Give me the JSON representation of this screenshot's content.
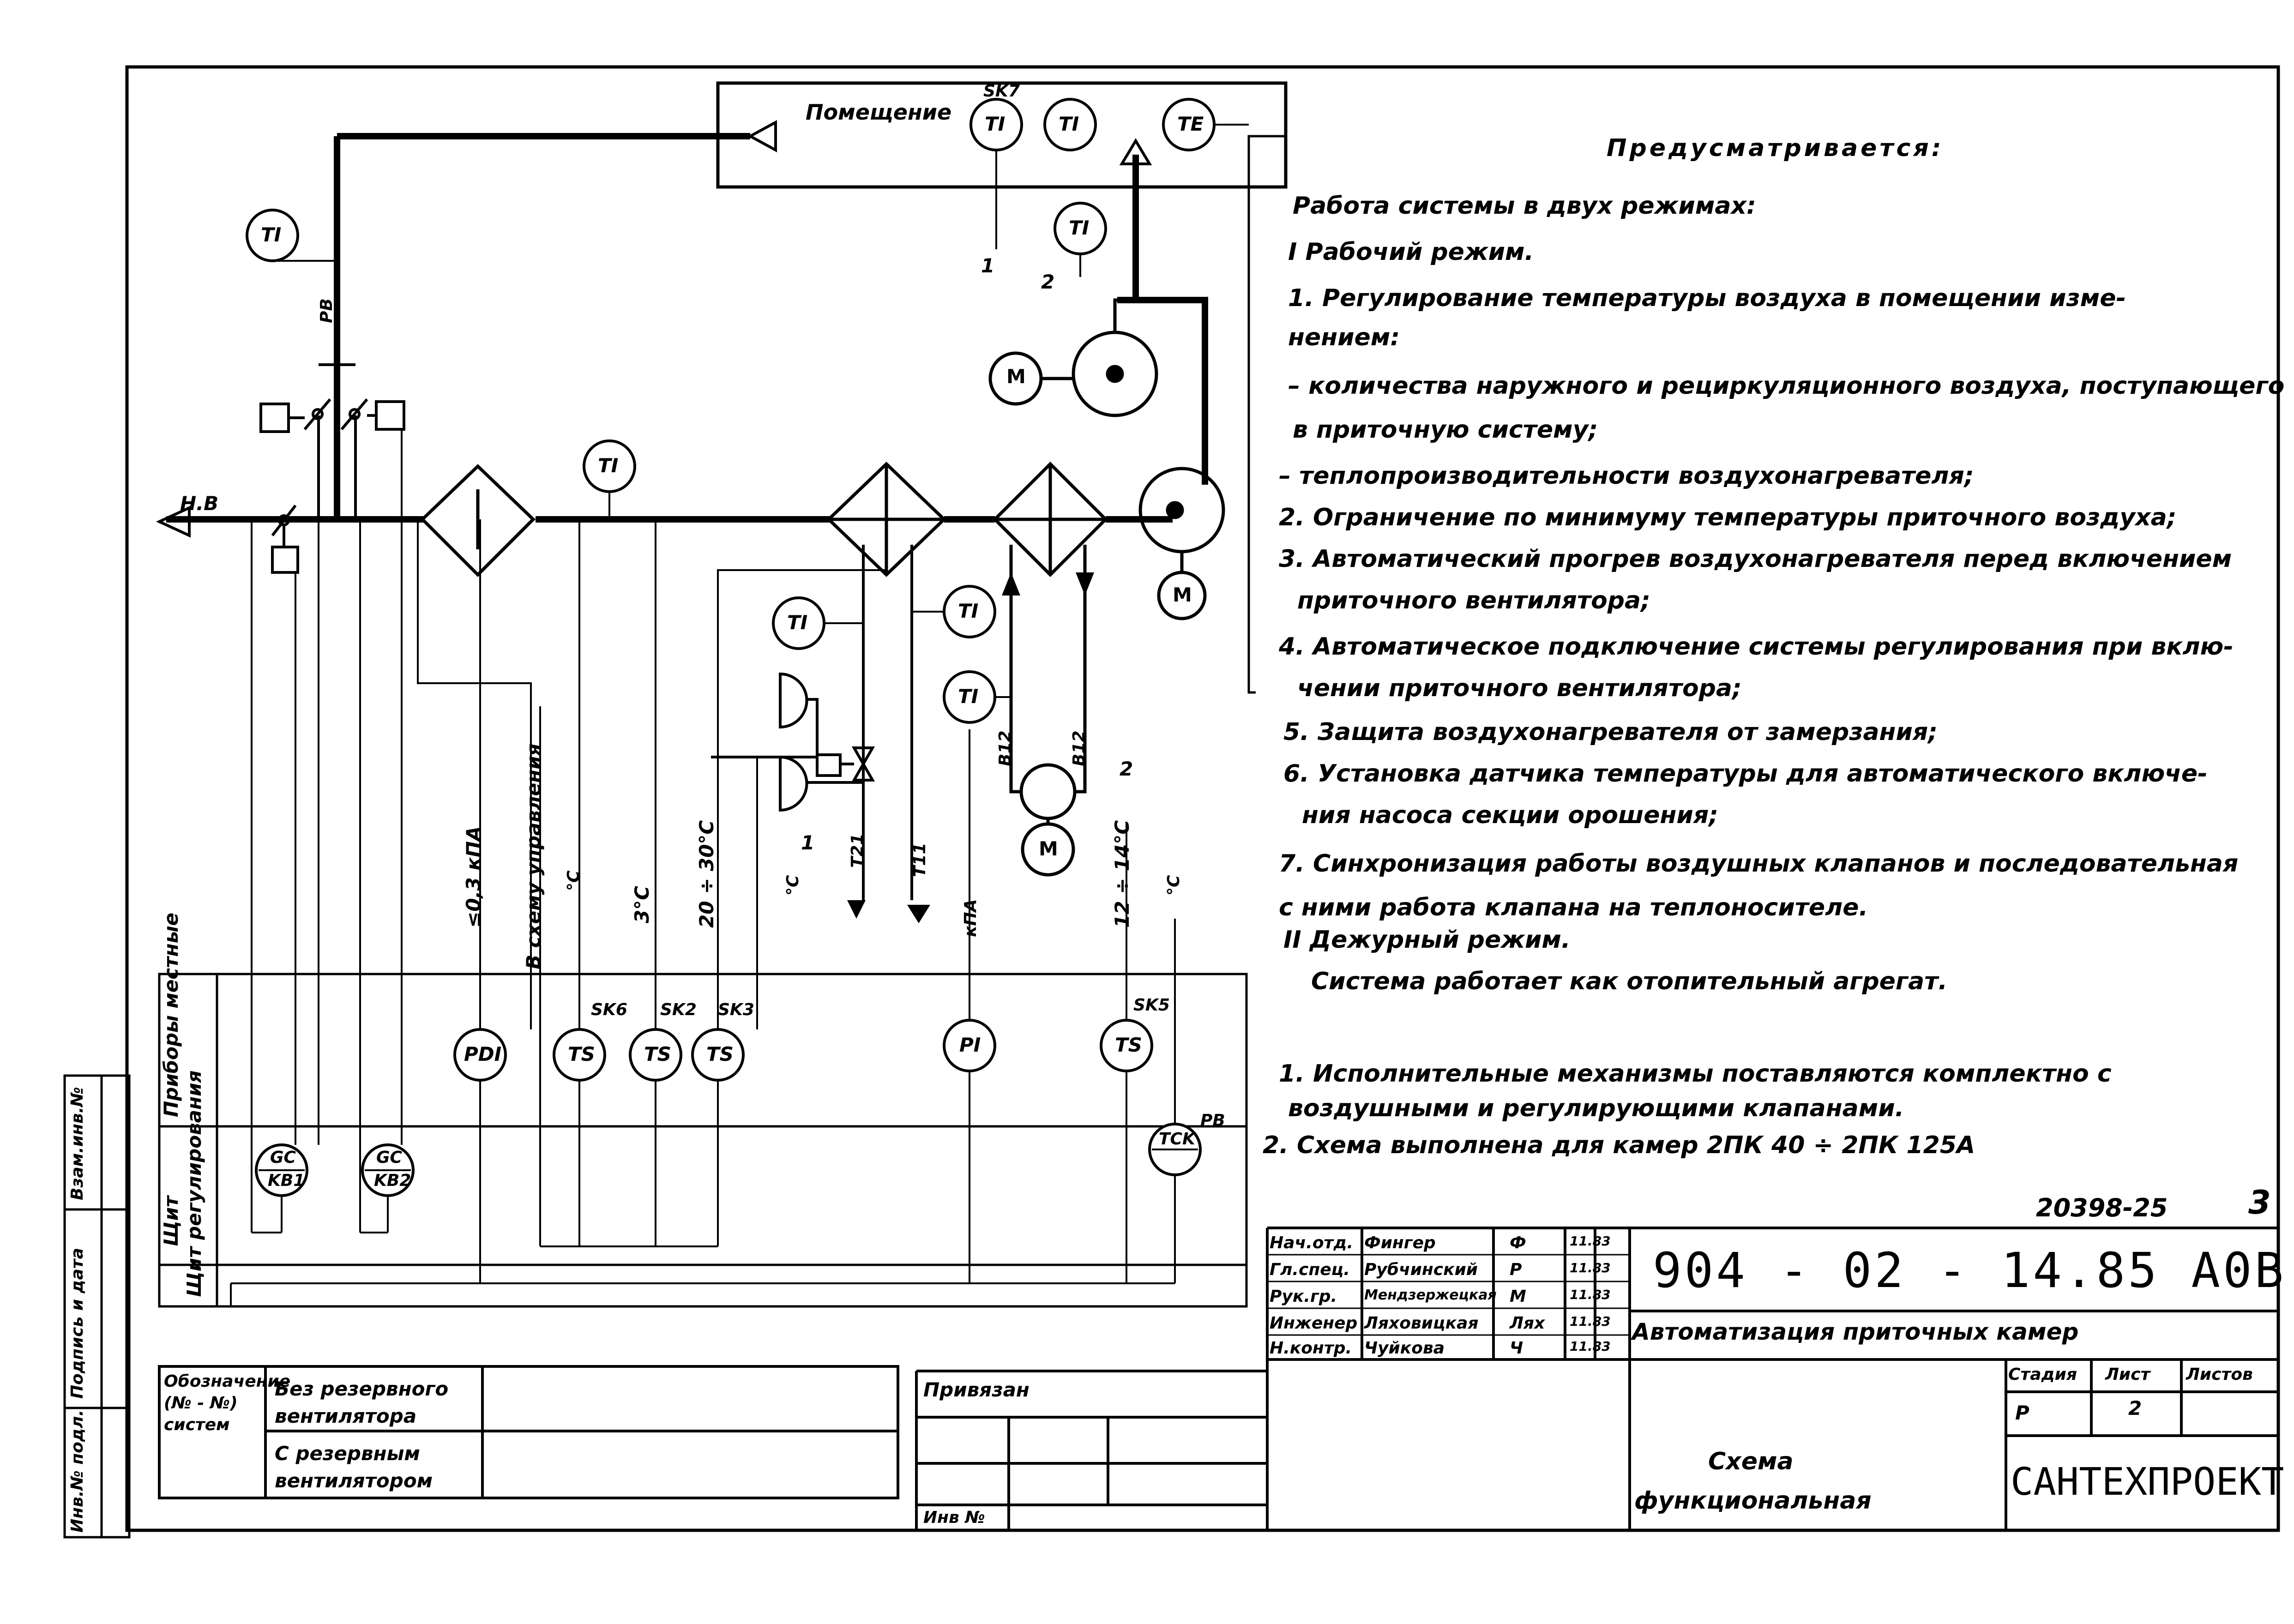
{
  "diagram": {
    "room_label": "Помещение",
    "instrument_tags": {
      "room_ti_1": "TI",
      "room_ti_2": "TI",
      "room_te": "TE",
      "sk7": "SK7",
      "ti_left": "TI",
      "ti_supply": "TI",
      "ti_main": "TI",
      "ti_a": "TI",
      "ti_b": "TI",
      "ti_c": "TI",
      "pdi": "PDI",
      "ts1": "TS",
      "ts2": "TS",
      "ts3": "TS",
      "pi": "PI",
      "ts5": "TS",
      "sk6": "SK6",
      "sk2": "SK2",
      "sk3": "SK3",
      "sk5": "SK5",
      "gc1_top": "GC",
      "gc1_bot": "KB1",
      "gc2_top": "GC",
      "gc2_bot": "KB2",
      "tck": "TCK",
      "pb_bottom": "PB",
      "pb_top": "PB",
      "nv": "Н.В",
      "motor": "M"
    },
    "line_labels": {
      "dp": "≤0,3 кПА",
      "to_control": "В схему управления",
      "t3": "3°C",
      "t20_30": "20 ÷ 30°C",
      "t12_14": "12 ÷ 14°C",
      "deg_c": "°C",
      "kpa": "кПА",
      "t21": "T21",
      "t11": "T11",
      "b12a": "B12",
      "b12b": "B12",
      "n1": "1",
      "n2": "2",
      "n1b": "1",
      "n2b": "2"
    },
    "side_labels": {
      "devices_local": "Приборы местные",
      "panel": "Щит регулирования",
      "shield": "Щит"
    }
  },
  "notes": {
    "heading": "Предусматривается:",
    "lines": [
      "Работа системы  в двух режимах:",
      "I  Рабочий  режим.",
      "1. Регулирование  температуры  воздуха в помещении изме-",
      "нением:",
      "– количества  наружного и рециркуляционного воздуха, поступающего",
      "в  приточную  систему;",
      "– теплопроизводительности    воздухонагревателя;",
      "2. Ограничение  по минимуму  температуры приточного воздуха;",
      "3. Автоматический прогрев воздухонагревателя перед включением",
      "приточного    вентилятора;",
      "4. Автоматическое подключение  системы регулирования при вклю-",
      "чении  приточного вентилятора;",
      "5. Защита  воздухонагревателя  от замерзания;",
      "6. Установка датчика температуры для автоматического включе-",
      "ния  насоса секции орошения;",
      "7. Синхронизация работы воздушных клапанов и последовательная",
      "с ними работа   клапана   на теплоносителе.",
      "II  Дежурный  режим.",
      "Система работает   как  отопительный   агрегат."
    ],
    "footnotes": [
      "1.  Исполнительные механизмы поставляются комплектно с",
      "воздушными  и регулирующими клапанами.",
      "2. Схема  выполнена   для  камер  2ПК 40 ÷ 2ПК 125А"
    ]
  },
  "title_block": {
    "doc_ref": "20398-25",
    "sheet_no": "3",
    "code": "904 - 02 - 14.85  А0В",
    "title": "Автоматизация приточных   камер",
    "subtitle_1": "Схема",
    "subtitle_2": "функциональная",
    "org": "САНТЕХПРОЕКТ",
    "stage_label": "Стадия",
    "sheet_label": "Лист",
    "sheets_label": "Листов",
    "stage_value": "Р",
    "sheet_value": "2",
    "roles": [
      {
        "role": "Нач.отд.",
        "name": "Фингер",
        "sign": "Ф",
        "date": "11.83"
      },
      {
        "role": "Гл.спец.",
        "name": "Рубчинский",
        "sign": "Р",
        "date": "11.83"
      },
      {
        "role": "Рук.гр.",
        "name": "Мендзержецкая",
        "sign": "М",
        "date": "11.83"
      },
      {
        "role": "Инженер",
        "name": "Ляховицкая",
        "sign": "Лях",
        "date": "11.83"
      },
      {
        "role": "Н.контр.",
        "name": "Чуйкова",
        "sign": "Ч",
        "date": "11.83"
      }
    ],
    "privyazan": "Привязан",
    "inv_no": "Инв №"
  },
  "system_table": {
    "header": "Обозначение (№ - №) систем",
    "rows": [
      "Без резервного вентилятора",
      "С резервным вентилятором"
    ]
  },
  "margin_stamp": {
    "inv_orig": "Инв.№ подл.",
    "sign_date": "Подпись и дата",
    "inv_repl": "Взам.инв.№"
  }
}
